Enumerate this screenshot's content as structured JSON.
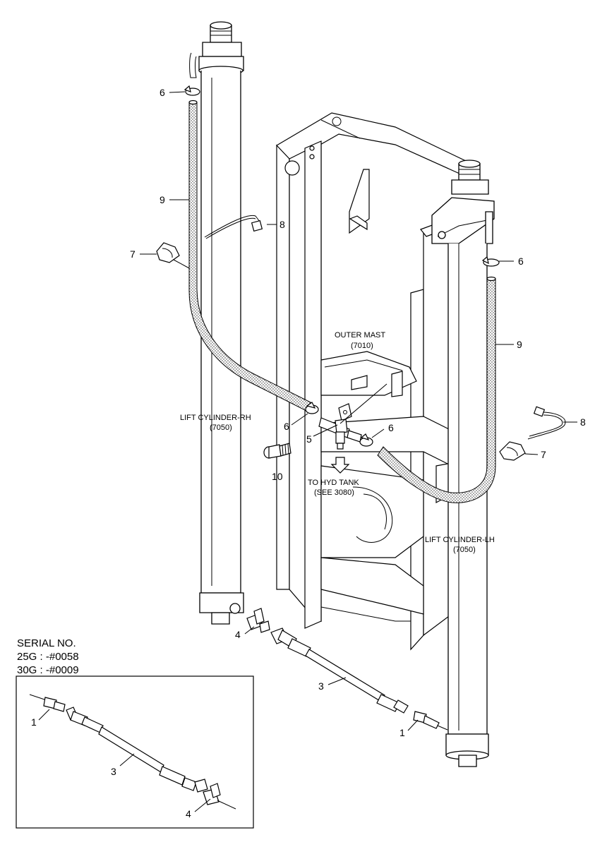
{
  "labels": {
    "outer_mast_name": "OUTER MAST",
    "outer_mast_code": "(7010)",
    "lift_rh_name": "LIFT CYLINDER-RH",
    "lift_rh_code": "(7050)",
    "lift_lh_name": "LIFT CYLINDER-LH",
    "lift_lh_code": "(7050)",
    "hyd_tank_line1": "TO HYD TANK",
    "hyd_tank_line2": "(SEE 3080)"
  },
  "serial": {
    "title": "SERIAL NO.",
    "line1": "25G : -#0058",
    "line2": "30G : -#0009"
  },
  "callouts": {
    "c6_top_left": "6",
    "c9_left": "9",
    "c8_left": "8",
    "c7_left": "7",
    "c6_right_top": "6",
    "c9_right": "9",
    "c8_right": "8",
    "c7_right": "7",
    "c6_center_left": "6",
    "c5_center": "5",
    "c6_center_right": "6",
    "c10": "10",
    "c4_main": "4",
    "c3_main": "3",
    "c1_main": "1",
    "c1_inset": "1",
    "c3_inset": "3",
    "c4_inset": "4"
  }
}
